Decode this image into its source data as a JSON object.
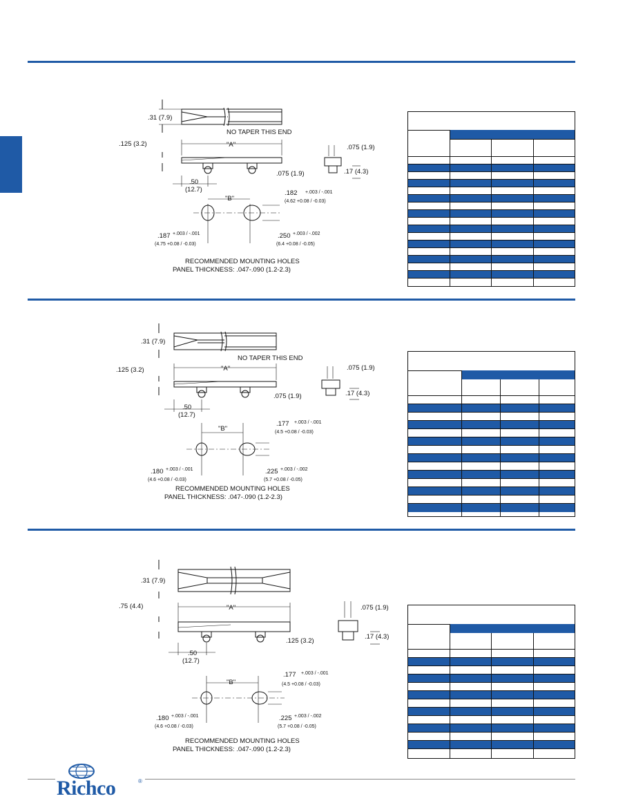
{
  "brand": {
    "name": "Richco",
    "reg_mark": "®",
    "accent_color": "#1f5aa6"
  },
  "sections": [
    {
      "labels": {
        "h1": ".31  (7.9)",
        "h2": ".125  (3.2)",
        "no_taper": "NO TAPER THIS END",
        "a": "\"A\"",
        "pitch": ".50",
        "pitch_mm": "(12.7)",
        "b": "\"B\"",
        "clip_w": ".075  (1.9)",
        "clip_w2": ".075  (1.9)",
        "clip_h": ".17  (4.3)",
        "hole_r_top": ".182",
        "hole_r_tol": "+.003 / -.001",
        "hole_r_mm": "(4.62 +0.08 / -0.03)",
        "hole_l": ".187",
        "hole_l_tol": "+.003 / -.001",
        "hole_l_mm": "(4.75 +0.08 / -0.03)",
        "hole_rr": ".250",
        "hole_rr_tol": "+.003 / -.002",
        "hole_rr_mm": "(6.4 +0.08 / -0.05)",
        "rec1": "RECOMMENDED  MOUNTING  HOLES",
        "rec2": "PANEL  THICKNESS:  .047-.090  (1.2-2.3)"
      }
    },
    {
      "labels": {
        "h1": ".31  (7.9)",
        "h2": ".125  (3.2)",
        "no_taper": "NO TAPER THIS END",
        "a": "\"A\"",
        "pitch": ".50",
        "pitch_mm": "(12.7)",
        "b": "\"B\"",
        "clip_w": ".075  (1.9)",
        "clip_w2": ".075  (1.9)",
        "clip_h": ".17  (4.3)",
        "hole_r_top": ".177",
        "hole_r_tol": "+.003 / -.001",
        "hole_r_mm": "(4.5 +0.08 / -0.03)",
        "hole_l": ".180",
        "hole_l_tol": "+.003 / -.001",
        "hole_l_mm": "(4.6 +0.08 / -0.03)",
        "hole_rr": ".225",
        "hole_rr_tol": "+.003 / -.002",
        "hole_rr_mm": "(5.7 +0.08 / -0.05)",
        "rec1": "RECOMMENDED  MOUNTING  HOLES",
        "rec2": "PANEL  THICKNESS:  .047-.090  (1.2-2.3)"
      }
    },
    {
      "labels": {
        "h1": ".31  (7.9)",
        "h2": ".75  (4.4)",
        "no_taper": "",
        "a": "\"A\"",
        "pitch": ".50",
        "pitch_mm": "(12.7)",
        "b": "\"B\"",
        "clip_w": ".075  (1.9)",
        "clip_w2": ".125  (3.2)",
        "clip_h": ".17  (4.3)",
        "hole_r_top": ".177",
        "hole_r_tol": "+.003 / -.001",
        "hole_r_mm": "(4.5 +0.08 / -0.03)",
        "hole_l": ".180",
        "hole_l_tol": "+.003 / -.001",
        "hole_l_mm": "(4.6 +0.08 / -0.03)",
        "hole_rr": ".225",
        "hole_rr_tol": "+.003 / -.002",
        "hole_rr_mm": "(5.7 +0.08 / -0.05)",
        "rec1": "RECOMMENDED  MOUNTING  HOLES",
        "rec2": "PANEL  THICKNESS:  .047-.090  (1.2-2.3)"
      }
    }
  ]
}
